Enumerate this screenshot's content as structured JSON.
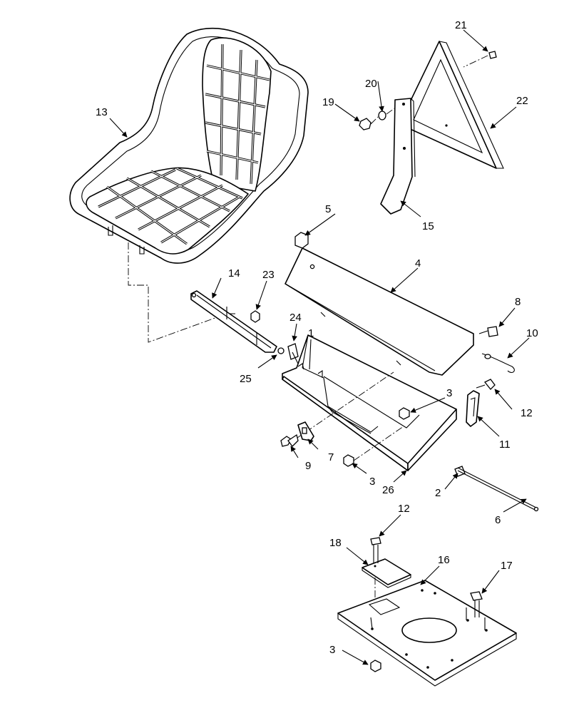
{
  "callouts": [
    {
      "id": "c1",
      "text": "1"
    },
    {
      "id": "c2",
      "text": "2"
    },
    {
      "id": "c3a",
      "text": "3"
    },
    {
      "id": "c3b",
      "text": "3"
    },
    {
      "id": "c3c",
      "text": "3"
    },
    {
      "id": "c4",
      "text": "4"
    },
    {
      "id": "c5",
      "text": "5"
    },
    {
      "id": "c6",
      "text": "6"
    },
    {
      "id": "c7",
      "text": "7"
    },
    {
      "id": "c8",
      "text": "8"
    },
    {
      "id": "c9",
      "text": "9"
    },
    {
      "id": "c10",
      "text": "10"
    },
    {
      "id": "c11",
      "text": "11"
    },
    {
      "id": "c12a",
      "text": "12"
    },
    {
      "id": "c12b",
      "text": "12"
    },
    {
      "id": "c13",
      "text": "13"
    },
    {
      "id": "c14",
      "text": "14"
    },
    {
      "id": "c15",
      "text": "15"
    },
    {
      "id": "c16",
      "text": "16"
    },
    {
      "id": "c17",
      "text": "17"
    },
    {
      "id": "c18",
      "text": "18"
    },
    {
      "id": "c19",
      "text": "19"
    },
    {
      "id": "c20",
      "text": "20"
    },
    {
      "id": "c21",
      "text": "21"
    },
    {
      "id": "c22",
      "text": "22"
    },
    {
      "id": "c23",
      "text": "23"
    },
    {
      "id": "c24",
      "text": "24"
    },
    {
      "id": "c25",
      "text": "25"
    },
    {
      "id": "c26",
      "text": "26"
    }
  ]
}
